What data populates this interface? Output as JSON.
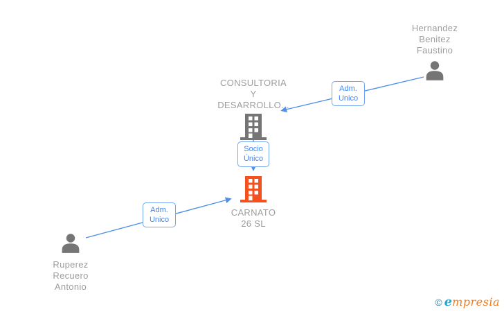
{
  "nodes": {
    "hernandez": {
      "type": "person",
      "line1": "Hernandez",
      "line2": "Benitez",
      "line3": "Faustino"
    },
    "consultoria": {
      "type": "company",
      "line1": "CONSULTORIA",
      "line2": "Y",
      "line3": "DESARROLLO..."
    },
    "carnato": {
      "type": "company",
      "line1": "CARNATO",
      "line2": "26 SL"
    },
    "ruperez": {
      "type": "person",
      "line1": "Ruperez",
      "line2": "Recuero",
      "line3": "Antonio"
    }
  },
  "edge_labels": {
    "adm_unico_top": {
      "line1": "Adm.",
      "line2": "Unico"
    },
    "socio_unico": {
      "line1": "Socio",
      "line2": "Único"
    },
    "adm_unico_bottom": {
      "line1": "Adm.",
      "line2": "Unico"
    }
  },
  "edges": [
    {
      "from": "Hernandez Benitez Faustino",
      "to": "CONSULTORIA Y DESARROLLO...",
      "label": "Adm. Unico"
    },
    {
      "from": "CONSULTORIA Y DESARROLLO...",
      "to": "CARNATO 26 SL",
      "label": "Socio Único"
    },
    {
      "from": "Ruperez Recuero Antonio",
      "to": "CARNATO 26 SL",
      "label": "Adm. Unico"
    }
  ],
  "colors": {
    "edge_blue": "#4d8fea",
    "label_text_blue": "#4285f4",
    "label_border_blue": "#74a5f2",
    "icon_gray": "#757575",
    "icon_orange": "#f4511e",
    "node_text_gray": "#9d9d9d",
    "logo_teal": "#2aa4cf",
    "logo_orange": "#ee7d1e"
  },
  "watermark": {
    "copyright_symbol": "©",
    "brand_first_letter": "e",
    "brand_remainder": "mpresia"
  }
}
